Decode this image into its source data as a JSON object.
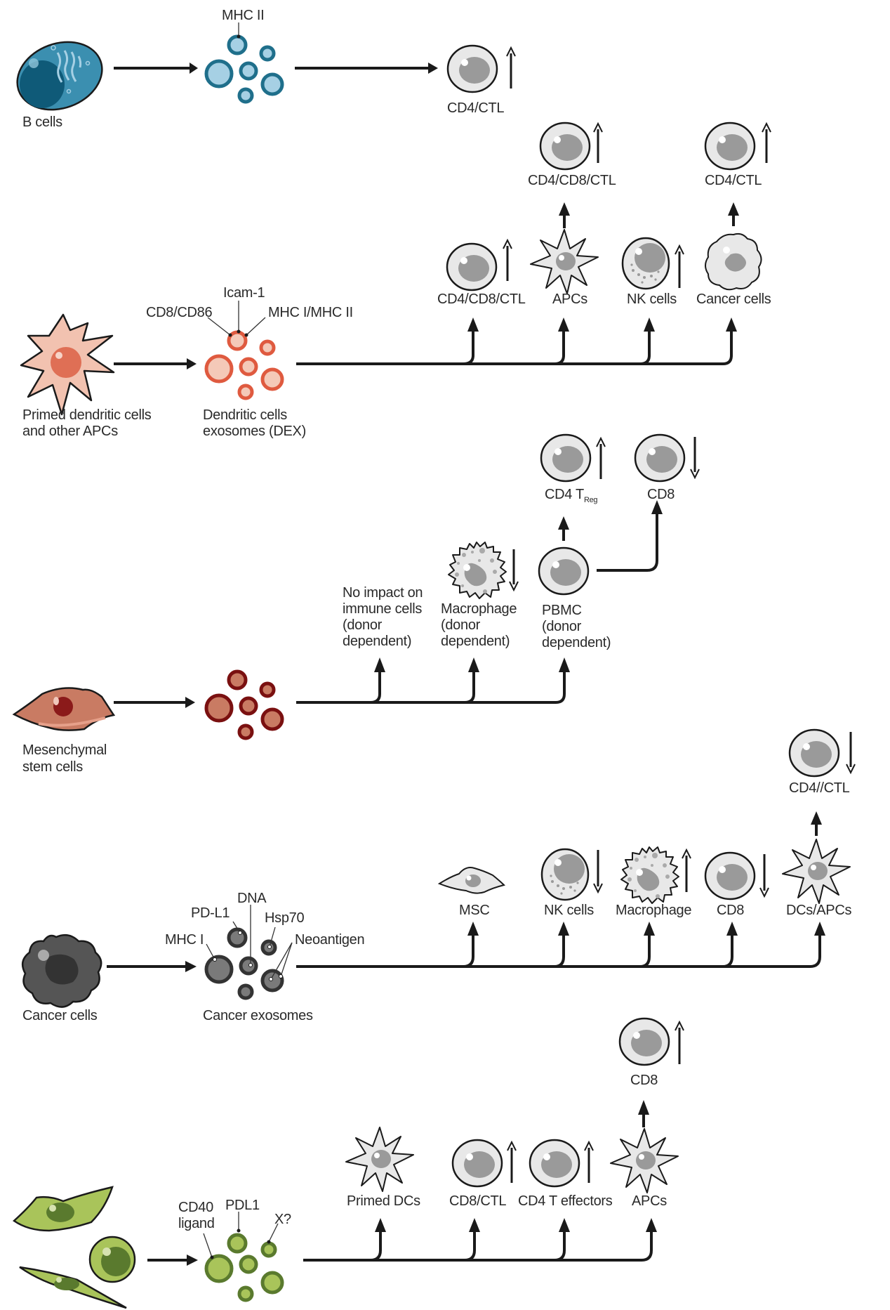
{
  "figure": {
    "colors": {
      "b_cell": "#1f6f8b",
      "b_cell_light": "#a6d0e4",
      "dc": "#e06a50",
      "dc_light": "#f4c9b8",
      "msc": "#8b1a1a",
      "msc_light": "#c97b63",
      "cancer": "#4a4a4a",
      "cancer_light": "#808080",
      "green": "#5a7a2e",
      "green_light": "#a9c45a",
      "immune_cell": "#e6e6e6",
      "immune_nucleus": "#9a9a9a",
      "arrow": "#1a1a1a"
    },
    "rows": [
      {
        "id": "b-cells",
        "source_label": "B cells",
        "exosome_label": "",
        "markers": [
          "MHC II"
        ],
        "targets": [
          {
            "label": "CD4/CTL",
            "cell": "t-cell",
            "effect": "up"
          }
        ]
      },
      {
        "id": "dendritic",
        "source_label_lines": [
          "Primed dendritic cells",
          "and other APCs"
        ],
        "exosome_label_lines": [
          "Dendritic cells",
          "exosomes (DEX)"
        ],
        "markers": [
          "CD8/CD86",
          "Icam-1",
          "MHC I/MHC II"
        ],
        "targets": [
          {
            "label": "CD4/CD8/CTL",
            "cell": "t-cell",
            "effect": "up"
          },
          {
            "label": "APCs",
            "cell": "dendritic",
            "effect": "none",
            "downstream": {
              "label": "CD4/CD8/CTL",
              "cell": "t-cell",
              "effect": "up"
            }
          },
          {
            "label": "NK cells",
            "cell": "nk-cell",
            "effect": "up"
          },
          {
            "label": "Cancer cells",
            "cell": "cancer",
            "effect": "none",
            "downstream": {
              "label": "CD4/CTL",
              "cell": "t-cell",
              "effect": "up"
            }
          }
        ]
      },
      {
        "id": "msc",
        "source_label_lines": [
          "Mesenchymal",
          "stem cells"
        ],
        "targets": [
          {
            "label_lines": [
              "No impact on",
              "immune cells",
              "(donor",
              "dependent)"
            ],
            "cell": "none",
            "effect": "none"
          },
          {
            "label_lines": [
              "Macrophage",
              "(donor",
              "dependent)"
            ],
            "cell": "macrophage",
            "effect": "down"
          },
          {
            "label_lines": [
              "PBMC",
              "(donor",
              "dependent)"
            ],
            "cell": "t-cell",
            "effect": "none",
            "downstream": [
              {
                "label": "CD4 T",
                "subscript": "Reg",
                "cell": "t-cell",
                "effect": "up"
              },
              {
                "label": "CD8",
                "cell": "t-cell",
                "effect": "down"
              }
            ]
          }
        ]
      },
      {
        "id": "cancer",
        "source_label": "Cancer cells",
        "exosome_label": "Cancer exosomes",
        "markers": [
          "MHC I",
          "PD-L1",
          "DNA",
          "Hsp70",
          "Neoantigen"
        ],
        "targets": [
          {
            "label": "MSC",
            "cell": "msc",
            "effect": "none"
          },
          {
            "label": "NK cells",
            "cell": "nk-cell",
            "effect": "down"
          },
          {
            "label": "Macrophage",
            "cell": "macrophage",
            "effect": "up"
          },
          {
            "label": "CD8",
            "cell": "t-cell",
            "effect": "down"
          },
          {
            "label": "DCs/APCs",
            "cell": "dendritic",
            "effect": "none",
            "downstream": {
              "label": "CD4//CTL",
              "cell": "t-cell",
              "effect": "down"
            }
          }
        ]
      },
      {
        "id": "engineered",
        "source_label": "",
        "markers": [
          "CD40",
          "ligand",
          "PDL1",
          "X?"
        ],
        "targets": [
          {
            "label": "Primed DCs",
            "cell": "dendritic",
            "effect": "none"
          },
          {
            "label": "CD8/CTL",
            "cell": "t-cell",
            "effect": "up"
          },
          {
            "label": "CD4 T effectors",
            "cell": "t-cell",
            "effect": "up"
          },
          {
            "label": "APCs",
            "cell": "dendritic",
            "effect": "none",
            "downstream": {
              "label": "CD8",
              "cell": "t-cell",
              "effect": "up"
            }
          }
        ]
      }
    ]
  },
  "text": {
    "r1_src": "B cells",
    "r1_mk": "MHC II",
    "r1_t1": "CD4/CTL",
    "r2_src1": "Primed dendritic cells",
    "r2_src2": "and other APCs",
    "r2_exo1": "Dendritic cells",
    "r2_exo2": "exosomes (DEX)",
    "r2_mk1": "CD8/CD86",
    "r2_mk2": "Icam-1",
    "r2_mk3": "MHC I/MHC II",
    "r2_t1": "CD4/CD8/CTL",
    "r2_t2": "APCs",
    "r2_t3": "NK cells",
    "r2_t4": "Cancer cells",
    "r2_d2": "CD4/CD8/CTL",
    "r2_d4": "CD4/CTL",
    "r3_src1": "Mesenchymal",
    "r3_src2": "stem cells",
    "r3_t1a": "No impact on",
    "r3_t1b": "immune cells",
    "r3_t1c": "(donor",
    "r3_t1d": "dependent)",
    "r3_t2a": "Macrophage",
    "r3_t2b": "(donor",
    "r3_t2c": "dependent)",
    "r3_t3a": "PBMC",
    "r3_t3b": "(donor",
    "r3_t3c": "dependent)",
    "r3_d1": "CD4 T",
    "r3_d1sub": "Reg",
    "r3_d2": "CD8",
    "r4_src": "Cancer cells",
    "r4_exo": "Cancer exosomes",
    "r4_mk1": "MHC I",
    "r4_mk2": "PD-L1",
    "r4_mk3": "DNA",
    "r4_mk4": "Hsp70",
    "r4_mk5": "Neoantigen",
    "r4_t1": "MSC",
    "r4_t2": "NK cells",
    "r4_t3": "Macrophage",
    "r4_t4": "CD8",
    "r4_t5": "DCs/APCs",
    "r4_d5": "CD4//CTL",
    "r5_mk1a": "CD40",
    "r5_mk1b": "ligand",
    "r5_mk2": "PDL1",
    "r5_mk3": "X?",
    "r5_t1": "Primed DCs",
    "r5_t2": "CD8/CTL",
    "r5_t3": "CD4 T effectors",
    "r5_t4": "APCs",
    "r5_d4": "CD8"
  }
}
